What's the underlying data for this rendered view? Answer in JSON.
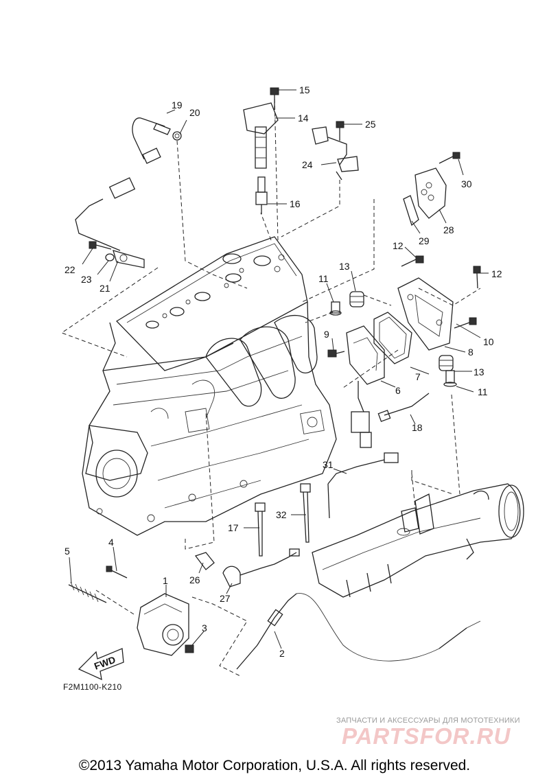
{
  "figure_code": "F2M1100-K210",
  "fwd_label": "FWD",
  "copyright": "©2013 Yamaha Motor Corporation, U.S.A. All rights reserved.",
  "watermark": {
    "tagline": "ЗАПЧАСТИ И АКСЕССУАРЫ ДЛЯ МОТОТЕХНИКИ",
    "logo": "PARTSFOR.RU"
  },
  "callouts": [
    "1",
    "2",
    "3",
    "4",
    "5",
    "6",
    "7",
    "8",
    "9",
    "10",
    "11",
    "11",
    "12",
    "12",
    "13",
    "13",
    "14",
    "15",
    "16",
    "17",
    "18",
    "19",
    "20",
    "21",
    "22",
    "23",
    "24",
    "25",
    "26",
    "27",
    "28",
    "29",
    "30",
    "31",
    "32"
  ]
}
